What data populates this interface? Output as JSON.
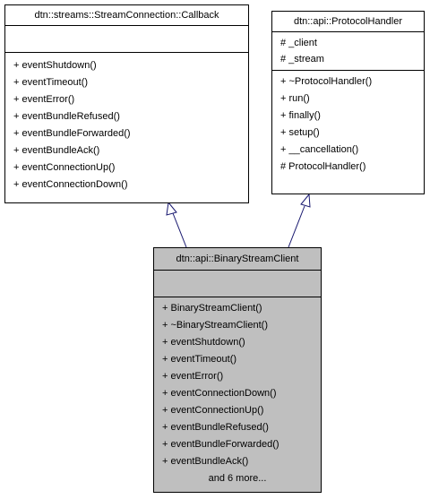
{
  "classes": {
    "callback": {
      "name": "dtn::streams::StreamConnection::Callback",
      "attributes": [],
      "methods": [
        "+ eventShutdown()",
        "+ eventTimeout()",
        "+ eventError()",
        "+ eventBundleRefused()",
        "+ eventBundleForwarded()",
        "+ eventBundleAck()",
        "+ eventConnectionUp()",
        "+ eventConnectionDown()"
      ]
    },
    "protocol_handler": {
      "name": "dtn::api::ProtocolHandler",
      "attributes": [
        "# _client",
        "# _stream"
      ],
      "methods": [
        "+ ~ProtocolHandler()",
        "+ run()",
        "+ finally()",
        "+ setup()",
        "+ __cancellation()",
        "# ProtocolHandler()"
      ]
    },
    "binary_stream_client": {
      "name": "dtn::api::BinaryStreamClient",
      "attributes": [],
      "methods": [
        "+ BinaryStreamClient()",
        "+ ~BinaryStreamClient()",
        "+ eventShutdown()",
        "+ eventTimeout()",
        "+ eventError()",
        "+ eventConnectionDown()",
        "+ eventConnectionUp()",
        "+ eventBundleRefused()",
        "+ eventBundleForwarded()",
        "+ eventBundleAck()"
      ],
      "more": "and 6 more..."
    }
  },
  "colors": {
    "highlight_fill": "#bfbfbf",
    "edge": "#191970"
  }
}
